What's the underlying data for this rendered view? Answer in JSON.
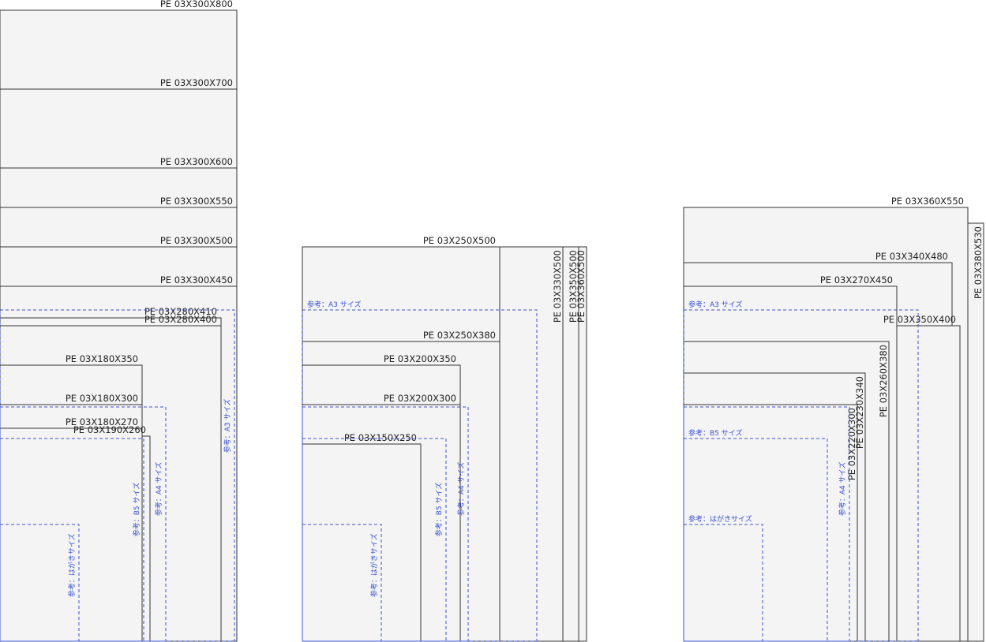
{
  "groups": [
    {
      "id": "left",
      "bags": [
        {
          "label": "PE 03X300X800",
          "w": 300,
          "h": 800
        },
        {
          "label": "PE 03X300X700",
          "w": 300,
          "h": 700
        },
        {
          "label": "PE 03X300X600",
          "w": 300,
          "h": 600
        },
        {
          "label": "PE 03X300X550",
          "w": 300,
          "h": 550
        },
        {
          "label": "PE 03X300X500",
          "w": 300,
          "h": 500
        },
        {
          "label": "PE 03X300X450",
          "w": 300,
          "h": 450
        },
        {
          "label": "PE 03X280X410",
          "w": 280,
          "h": 410
        },
        {
          "label": "PE 03X280X400",
          "w": 280,
          "h": 400
        },
        {
          "label": "PE 03X180X350",
          "w": 180,
          "h": 350
        },
        {
          "label": "PE 03X180X300",
          "w": 180,
          "h": 300
        },
        {
          "label": "PE 03X180X270",
          "w": 180,
          "h": 270
        },
        {
          "label": "PE 03X190X260",
          "w": 190,
          "h": 260
        }
      ],
      "refs": [
        {
          "label": "参考：A3 サイズ",
          "w": 297,
          "h": 420
        },
        {
          "label": "参考：A4 サイズ",
          "w": 210,
          "h": 297
        },
        {
          "label": "参考：B5 サイズ",
          "w": 182,
          "h": 257
        },
        {
          "label": "参考：はがきサイズ",
          "w": 100,
          "h": 148
        }
      ]
    },
    {
      "id": "middle",
      "bags": [
        {
          "label": "PE 03X360X500",
          "w": 360,
          "h": 500
        },
        {
          "label": "PE 03X350X500",
          "w": 350,
          "h": 500
        },
        {
          "label": "PE 03X330X500",
          "w": 330,
          "h": 500
        },
        {
          "label": "PE 03X250X500",
          "w": 250,
          "h": 500
        },
        {
          "label": "PE 03X250X380",
          "w": 250,
          "h": 380
        },
        {
          "label": "PE 03X200X350",
          "w": 200,
          "h": 350
        },
        {
          "label": "PE 03X200X300",
          "w": 200,
          "h": 300
        },
        {
          "label": "PE 03X150X250",
          "w": 150,
          "h": 250
        }
      ],
      "refs": [
        {
          "label": "参考：A3 サイズ",
          "w": 297,
          "h": 420
        },
        {
          "label": "参考：A4 サイズ",
          "w": 210,
          "h": 297
        },
        {
          "label": "参考：B5 サイズ",
          "w": 182,
          "h": 257
        },
        {
          "label": "参考：はがきサイズ",
          "w": 100,
          "h": 148
        }
      ]
    },
    {
      "id": "right",
      "bags": [
        {
          "label": "PE 03X380X530",
          "w": 380,
          "h": 530
        },
        {
          "label": "PE 03X360X550",
          "w": 360,
          "h": 550
        },
        {
          "label": "PE 03X340X480",
          "w": 340,
          "h": 480
        },
        {
          "label": "PE 03X270X450",
          "w": 270,
          "h": 450
        },
        {
          "label": "PE 03X350X400",
          "w": 350,
          "h": 400
        },
        {
          "label": "PE 03X260X380",
          "w": 260,
          "h": 380
        },
        {
          "label": "PE 03X230X340",
          "w": 230,
          "h": 340
        },
        {
          "label": "PE 03X220X300",
          "w": 220,
          "h": 300
        }
      ],
      "refs": [
        {
          "label": "参考：A3 サイズ",
          "w": 297,
          "h": 420
        },
        {
          "label": "参考：A4 サイズ",
          "w": 210,
          "h": 297
        },
        {
          "label": "参考：B5 サイズ",
          "w": 182,
          "h": 257
        },
        {
          "label": "参考：はがきサイズ",
          "w": 100,
          "h": 148
        }
      ]
    }
  ]
}
